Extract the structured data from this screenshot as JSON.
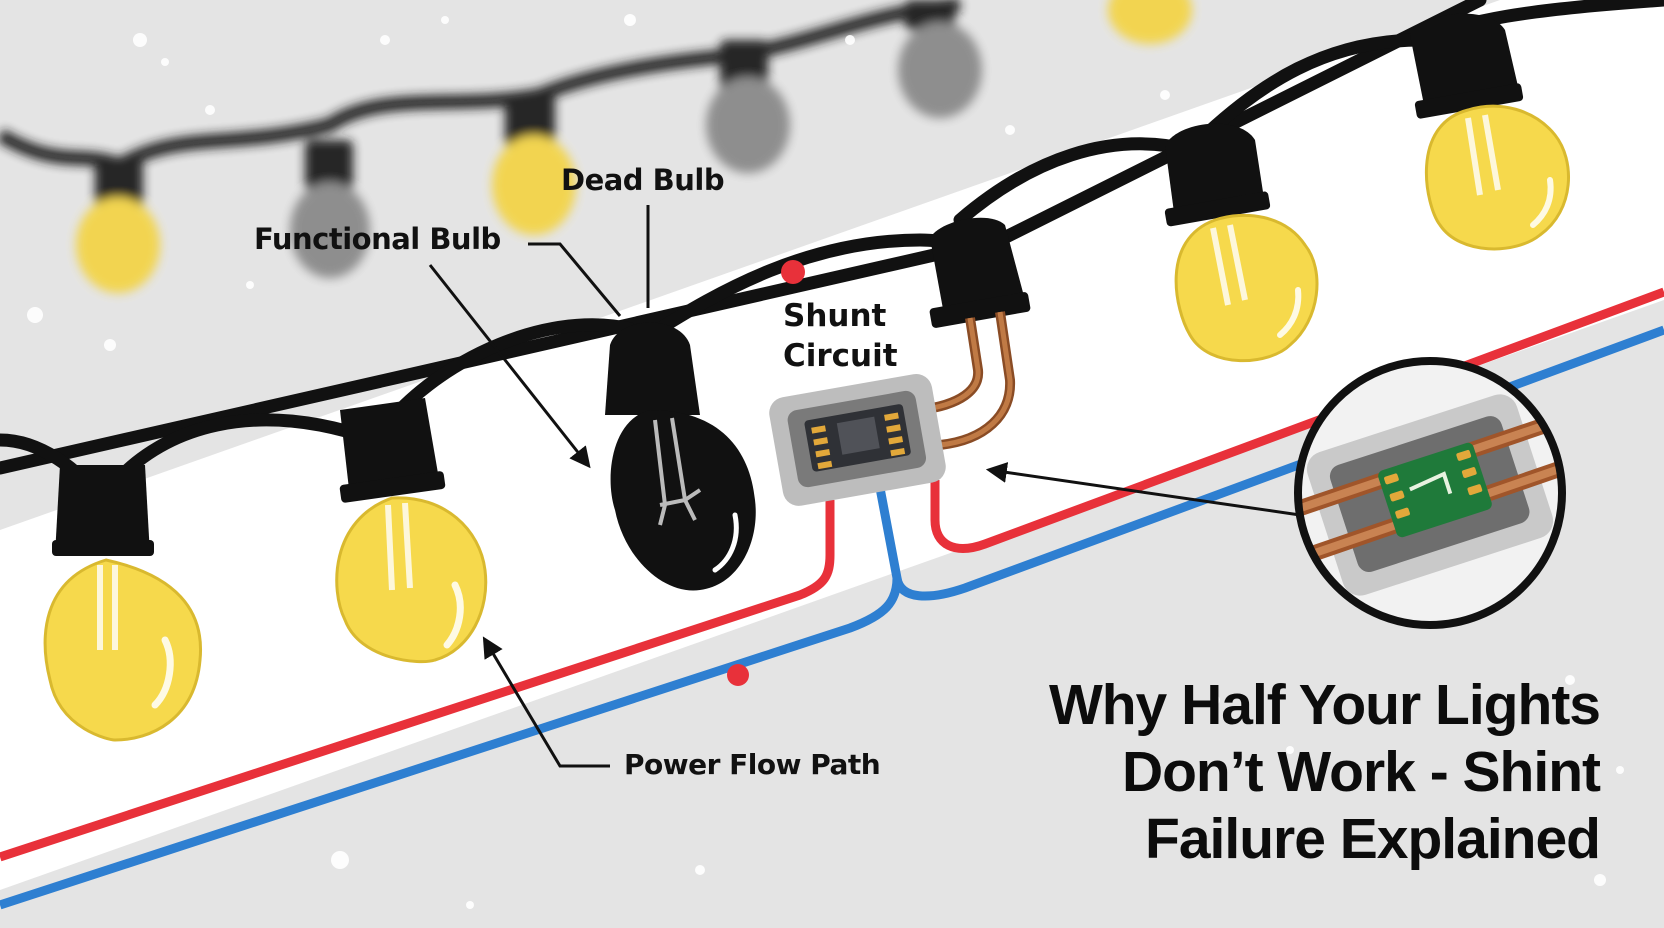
{
  "labels": {
    "functional_bulb": "Functional Bulb",
    "dead_bulb": "Dead Bulb",
    "shunt_line1": "Shunt",
    "shunt_line2": "Circuit",
    "power_flow": "Power Flow Path"
  },
  "headline": {
    "line1": "Why Half Your Lights",
    "line2": "Don’t Work - Shint",
    "line3": "Failure Explained"
  },
  "colors": {
    "background": "#e4e4e4",
    "band": "#ffffff",
    "bulb_on": "#f6d94c",
    "bulb_dead": "#111111",
    "wire": "#111111",
    "live_wire": "#e8313a",
    "neutral_wire": "#2e7fd1",
    "copper": "#b26a3c",
    "circuit_board": "#1f7a3a"
  },
  "icons": [
    "lit-bulb-icon",
    "dead-bulb-icon",
    "shunt-chip-icon",
    "magnifier-inset-icon"
  ]
}
